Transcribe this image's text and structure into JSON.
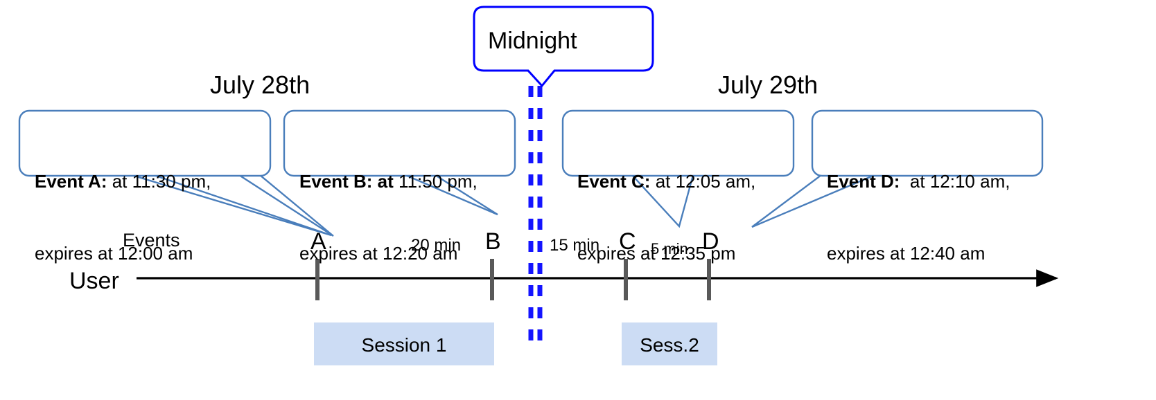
{
  "diagram": {
    "title_labels": {
      "day_left": "July 28th",
      "day_right": "July 29th",
      "midnight": "Midnight"
    },
    "axis": {
      "row_label": "User",
      "events_row_label": "Events",
      "arrow_icon": "arrow-right-icon"
    },
    "events": [
      {
        "id": "A",
        "letter": "A",
        "bold": "Event A:",
        "rest_line1": " at 11:30 pm,",
        "line2": "expires at 12:00 am"
      },
      {
        "id": "B",
        "letter": "B",
        "bold": "Event B: at",
        "rest_line1": " 11:50 pm,",
        "line2": "expires at 12:20 am"
      },
      {
        "id": "C",
        "letter": "C",
        "bold": "Event C:",
        "rest_line1": " at 12:05 am,",
        "line2": "expires at 12:35 pm"
      },
      {
        "id": "D",
        "letter": "D",
        "bold": "Event D:",
        "rest_line1": "  at 12:10 am,",
        "line2": "expires at 12:40 am"
      }
    ],
    "intervals": [
      {
        "label": "20 min"
      },
      {
        "label": "15 min"
      },
      {
        "label": "5 min"
      }
    ],
    "sessions": [
      {
        "label": "Session 1"
      },
      {
        "label": "Sess.2"
      }
    ],
    "colors": {
      "callout_border": "#4a7ebb",
      "midnight_border": "#0000ff",
      "midnight_dash": "#1414ff",
      "session_fill": "#ccdcf4",
      "tick": "#595959",
      "axis": "#000000"
    }
  }
}
